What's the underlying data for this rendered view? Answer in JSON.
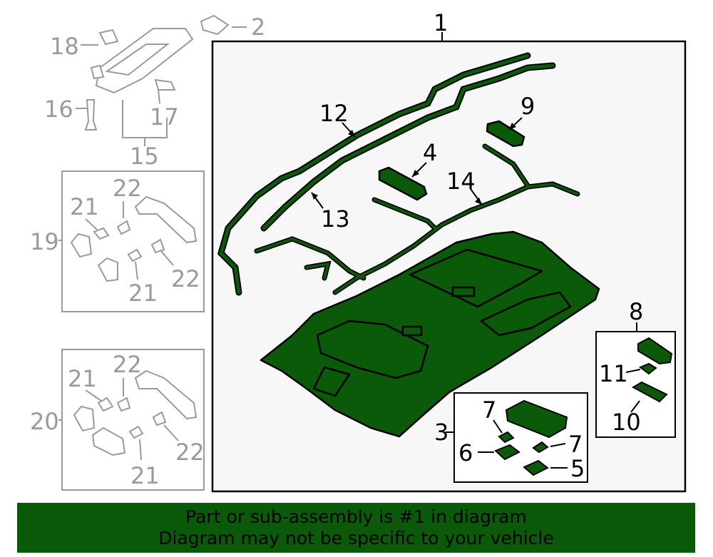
{
  "callouts": {
    "c1": "1",
    "c2": "2",
    "c3": "3",
    "c4": "4",
    "c5": "5",
    "c6": "6",
    "c7a": "7",
    "c7b": "7",
    "c8": "8",
    "c9": "9",
    "c10": "10",
    "c11": "11",
    "c12": "12",
    "c13": "13",
    "c14": "14",
    "c15": "15",
    "c16": "16",
    "c17": "17",
    "c18": "18",
    "c19": "19",
    "c20": "20",
    "c21a": "21",
    "c21b": "21",
    "c21c": "21",
    "c21d": "21",
    "c22a": "22",
    "c22b": "22",
    "c22c": "22",
    "c22d": "22"
  },
  "banner": {
    "line1": "Part or sub-assembly is #1 in diagram",
    "line2": "Diagram may not be specific to your vehicle"
  },
  "colors": {
    "part_fill": "#0b5a09",
    "line_dark": "#000000",
    "line_gray": "#9a9a9a",
    "banner_bg": "#0b5a09"
  }
}
